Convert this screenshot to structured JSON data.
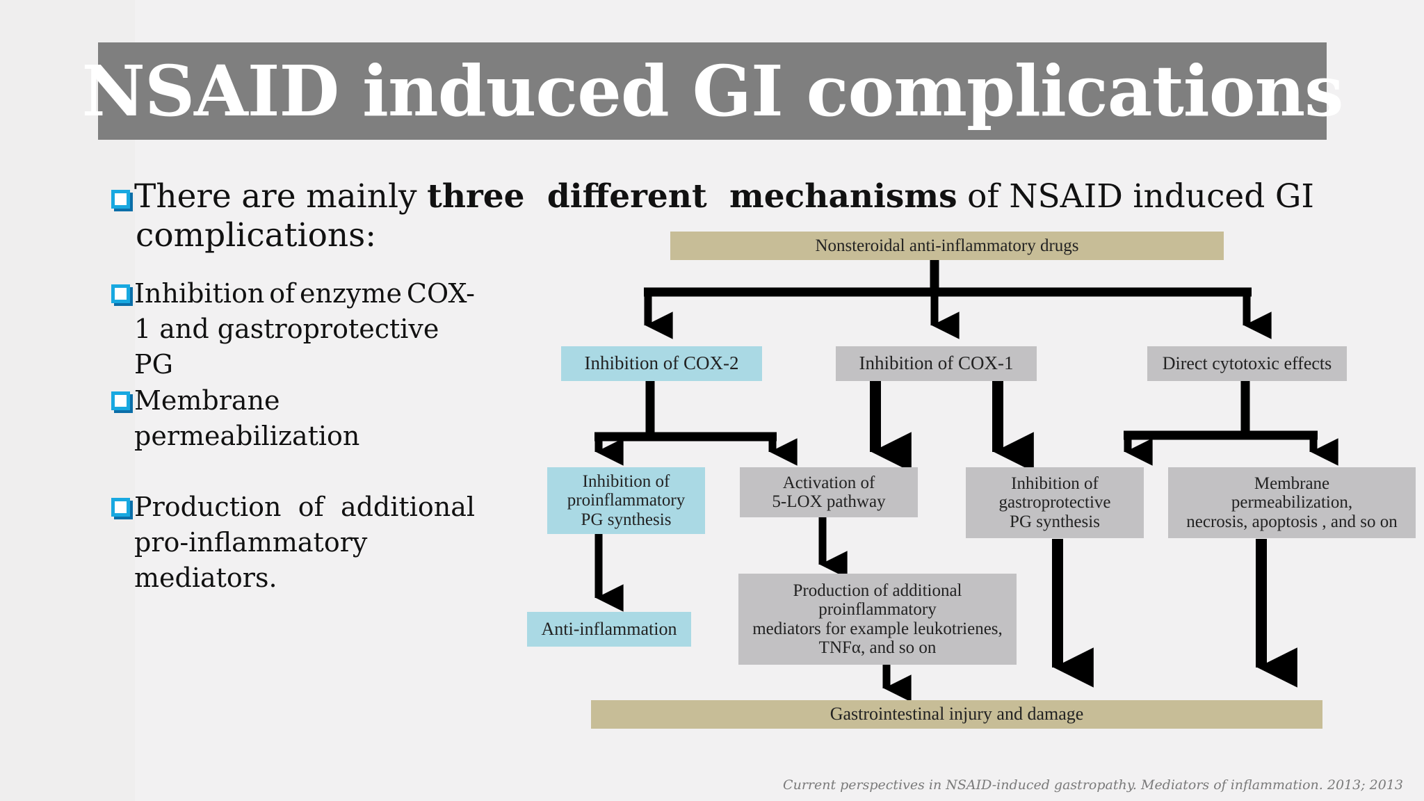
{
  "title": "NSAID induced GI complications",
  "intro": {
    "words_line1": [
      "There",
      "are",
      "mainly",
      "three different mechanisms",
      "of",
      "NSAID",
      "induced",
      "GI"
    ],
    "line2": "complications:"
  },
  "bullets": [
    {
      "line1_words": [
        "Inhibition",
        "of",
        "enzyme",
        "COX-"
      ],
      "rest": [
        "1 and gastroprotective PG"
      ]
    },
    {
      "line1_words": [
        "Membrane"
      ],
      "rest": [
        "permeabilization"
      ]
    },
    {
      "line1_words": [
        "Production",
        "of",
        "additional"
      ],
      "rest": [
        "pro-inflammatory",
        "mediators."
      ]
    }
  ],
  "flowchart": {
    "nsaid": "Nonsteroidal anti-inflammatory drugs",
    "cox2": "Inhibition of COX-2",
    "cox1": "Inhibition of COX-1",
    "cytotoxic": "Direct cytotoxic effects",
    "proinflam_pg": [
      "Inhibition of",
      "proinflammatory",
      "PG synthesis"
    ],
    "lox": [
      "Activation of",
      "5-LOX pathway"
    ],
    "gastro_pg": [
      "Inhibition of",
      "gastroprotective",
      "PG synthesis"
    ],
    "membrane": [
      "Membrane",
      "permeabilization,",
      "necrosis, apoptosis , and so on"
    ],
    "anti_inflam": "Anti-inflammation",
    "production": [
      "Production of additional",
      "proinflammatory",
      "mediators for example leukotrienes,",
      "TNFα, and so on"
    ],
    "gi_injury": "Gastrointestinal injury and damage"
  },
  "citation": "Current perspectives in NSAID-induced gastropathy. Mediators of inflammation. 2013; 2013",
  "colors": {
    "title_bar": "#7f7f7f",
    "bullet": "#18a8e0",
    "tan_box": "#c7bd97",
    "blue_box": "#aad9e4",
    "gray_box": "#c2c1c3"
  }
}
